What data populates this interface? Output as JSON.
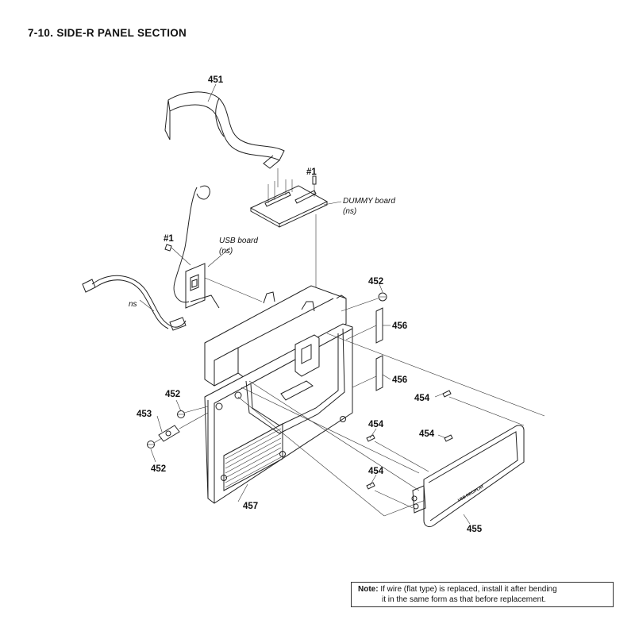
{
  "title": "7-10.  SIDE-R  PANEL  SECTION",
  "labels": {
    "p451": "451",
    "p452a": "452",
    "p452b": "452",
    "p452c": "452",
    "p453": "453",
    "p454a": "454",
    "p454b": "454",
    "p454c": "454",
    "p454d": "454",
    "p455": "455",
    "p456a": "456",
    "p456b": "456",
    "p457": "457",
    "screw1a": "#1",
    "screw1b": "#1",
    "dummy_line1": "DUMMY board",
    "dummy_line2": "(ns)",
    "usb_line1": "USB board",
    "usb_line2": "(ns)",
    "ns": "ns",
    "panel_print": "USB  REC/PLAY"
  },
  "note": {
    "label": "Note:",
    "line1": "If wire (flat type) is replaced, install it after bending",
    "line2": "it in the same form as that before replacement."
  }
}
